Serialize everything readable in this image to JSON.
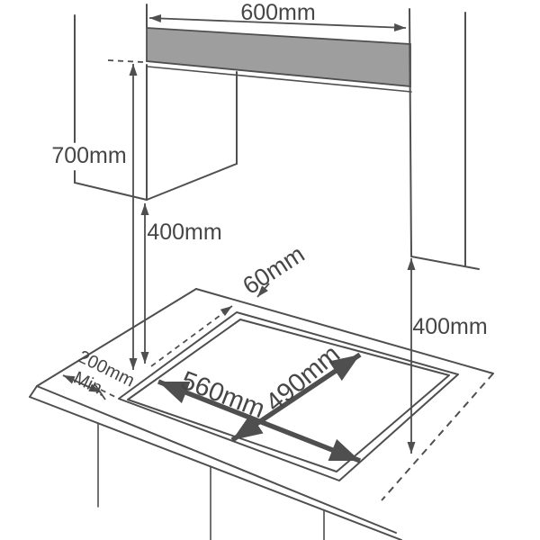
{
  "figure": {
    "type": "hob-installation-clearance-diagram",
    "background": "#ffffff"
  },
  "colors": {
    "line": "#4f4f4f",
    "text": "#464646",
    "hood_fill": "#9e9e9e"
  },
  "dimensions": {
    "hood_width": {
      "label": "600mm"
    },
    "hood_height": {
      "label": "700mm"
    },
    "left_clearance": {
      "label": "400mm"
    },
    "right_clearance": {
      "label": "400mm"
    },
    "rear_gap": {
      "label": "60mm"
    },
    "side_gap": {
      "label": "200mm",
      "label2": "Min."
    },
    "cutout_width": {
      "label": "560mm"
    },
    "cutout_depth": {
      "label": "490mm"
    }
  }
}
